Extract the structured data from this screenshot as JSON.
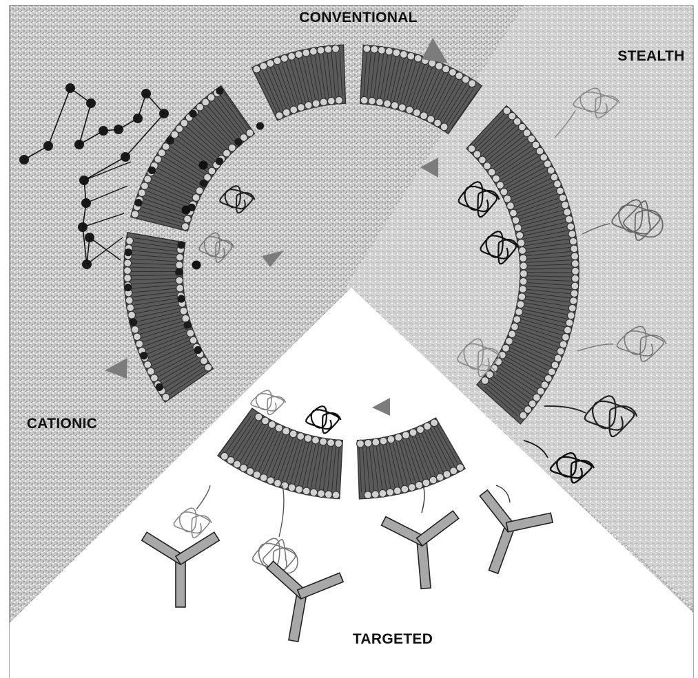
{
  "labels": {
    "conventional": "CONVENTIONAL",
    "stealth": "STEALTH",
    "cationic": "CATIONIC",
    "targeted": "TARGETED"
  },
  "colors": {
    "background_texture": "#c6c6c6",
    "bilayer_core": "#5a5a5a",
    "headgroup": "#d2d2d2",
    "arrow": "#7c7c7c",
    "antibody": "#a8a8a8",
    "cationic_bead": "#1a1a1a"
  }
}
